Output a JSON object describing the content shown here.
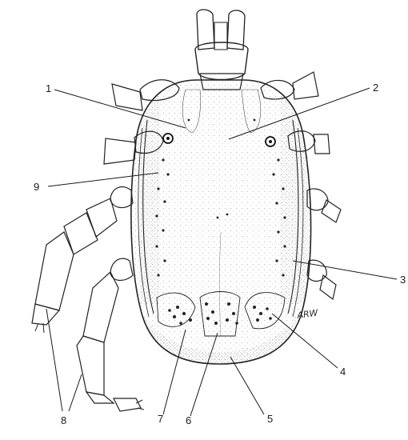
{
  "labels": {
    "l1": "1",
    "l2": "2",
    "l3": "3",
    "l4": "4",
    "l5": "5",
    "l6": "6",
    "l7": "7",
    "l8": "8",
    "l9": "9"
  },
  "signature": "ARW",
  "colors": {
    "ink": "#222222",
    "body_fill": "#f1f1f1",
    "background": "#ffffff"
  }
}
